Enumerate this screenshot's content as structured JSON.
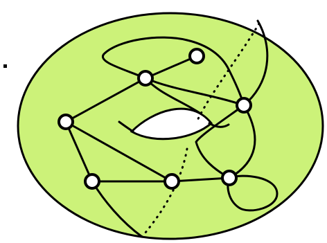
{
  "diagram": {
    "colors": {
      "surface_fill": "#ccf279",
      "surface_stroke": "#000000",
      "hole_fill": "#ffffff",
      "vertex_fill": "#ffffff",
      "edge_stroke": "#000000"
    },
    "surface": "torus",
    "vertices": [
      {
        "id": "v1"
      },
      {
        "id": "v2"
      },
      {
        "id": "v3"
      },
      {
        "id": "v4"
      },
      {
        "id": "v5"
      },
      {
        "id": "v6"
      },
      {
        "id": "v7"
      }
    ],
    "edges": [
      [
        "v1",
        "v2"
      ],
      [
        "v2",
        "v3"
      ],
      [
        "v2",
        "v4"
      ],
      [
        "v3",
        "v5"
      ],
      [
        "v3",
        "v6"
      ],
      [
        "v5",
        "v6"
      ],
      [
        "v6",
        "v7"
      ],
      [
        "v4",
        "v7"
      ],
      [
        "v7",
        "v7"
      ]
    ]
  }
}
